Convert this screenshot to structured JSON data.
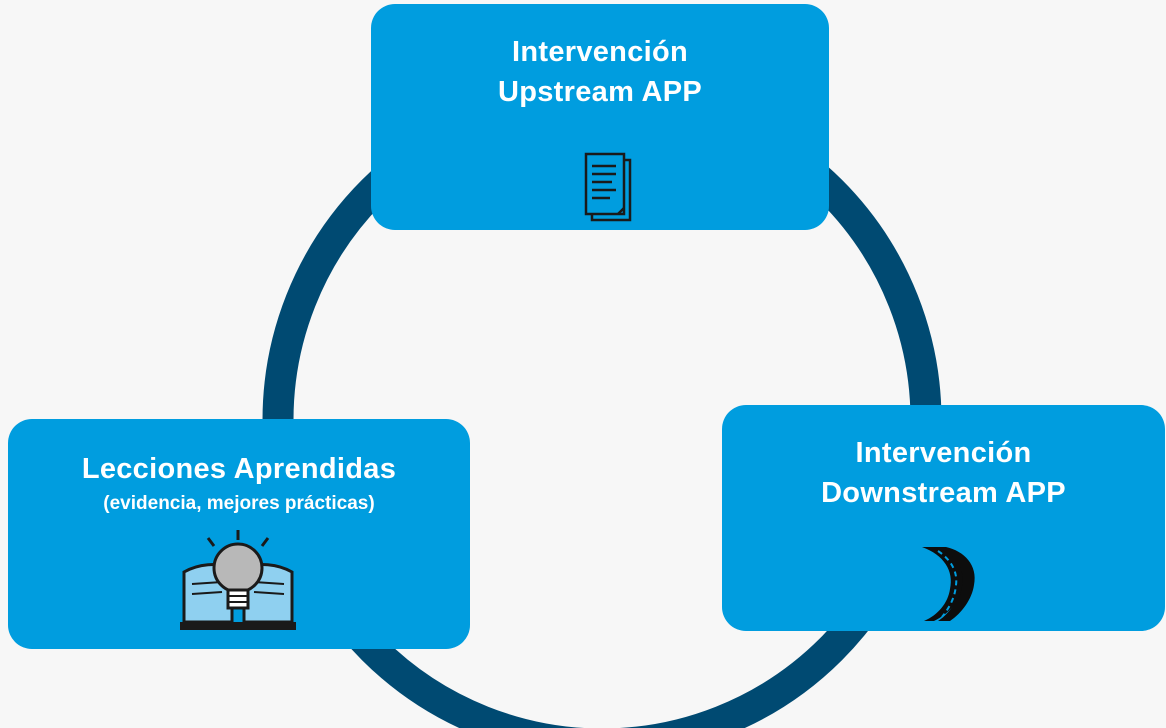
{
  "diagram": {
    "colors": {
      "background": "#f7f7f7",
      "box_fill": "#009ddf",
      "box_text": "#ffffff",
      "ring": "#004a72"
    },
    "nodes": {
      "upstream": {
        "line1": "Intervención",
        "line2": "Upstream APP",
        "icon": "document-icon"
      },
      "downstream": {
        "line1": "Intervención",
        "line2": "Downstream APP",
        "icon": "road-icon"
      },
      "lessons": {
        "title": "Lecciones Aprendidas",
        "subtitle": "(evidencia, mejores prácticas)",
        "icon": "lightbulb-book-icon"
      }
    }
  }
}
